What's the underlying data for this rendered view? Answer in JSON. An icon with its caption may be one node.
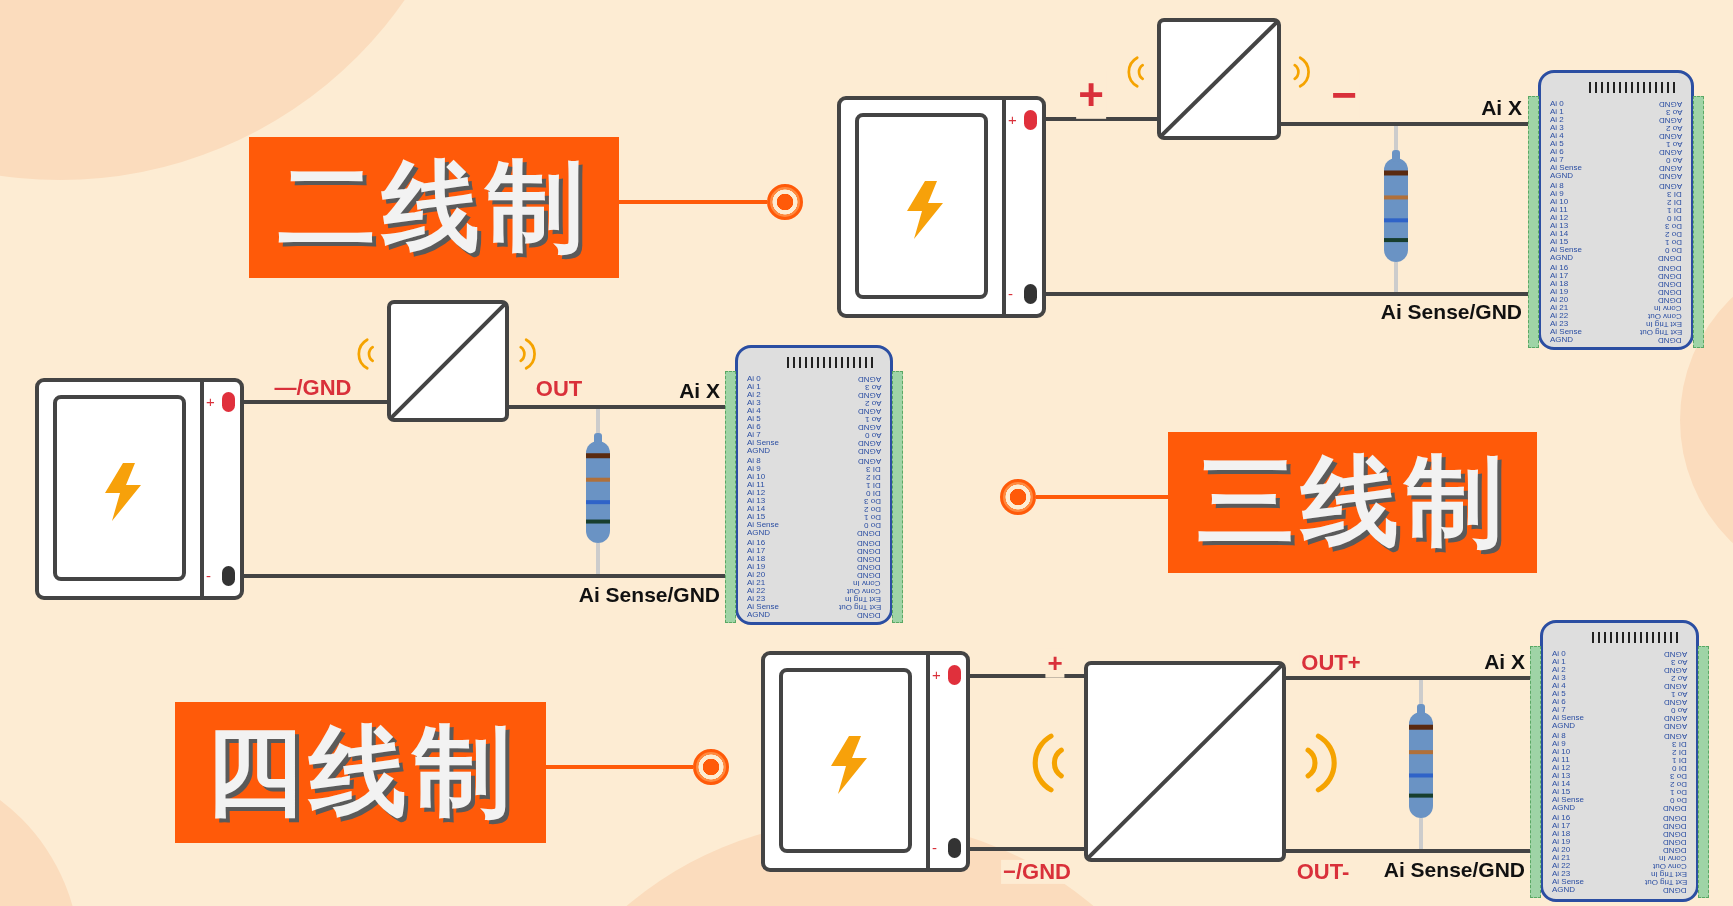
{
  "diagram": {
    "nodes": [
      {
        "text": [
          "二线制"
        ]
      },
      {
        "text": [],
        "shape": "circle"
      },
      {
        "text": [
          "+",
          "-"
        ]
      },
      {
        "text": [],
        "shape": "box"
      },
      {
        "text": [],
        "shape": "picture"
      },
      {
        "text": [
          "Ai 0",
          "AGND",
          "Ai 1",
          "Ao 3",
          "Ai 2",
          "AGND",
          "Ai 3",
          "Ao 2",
          "Ai 4",
          "AGND",
          "Ai 5",
          "Ao 1",
          "Ai 6",
          "AGND",
          "Ai 7",
          "Ao 0",
          "Ai Sense",
          "AGND",
          "AGND",
          "AGND",
          "Ai 8",
          "AGND",
          "Ai 9",
          "DI 3",
          "Ai 10",
          "DI 2",
          "Ai 11",
          "DI 1",
          "Ai 12",
          "DI 0",
          "Ai 13",
          "Do 3",
          "Ai 14",
          "Do 2",
          "Ai 15",
          "Do 1",
          "Ai Sense",
          "Do 0",
          "AGND",
          "DGND",
          "Ai 16",
          "DGND",
          "Ai 17",
          "DGND",
          "Ai 18",
          "DGND",
          "Ai 19",
          "DGND",
          "Ai 20",
          "DGND",
          "Ai 21",
          "Conv In",
          "Ai 22",
          "Conv Out",
          "Ai 23",
          "Ext Trig In",
          "Ai Sense",
          "Ext Trig Out",
          "AGND",
          "DGND"
        ],
        "beside": [
          "Ai X",
          "Ai Sense/GND"
        ]
      },
      {
        "text": [
          "+",
          "-"
        ]
      },
      {
        "text": [],
        "shape": "box"
      },
      {
        "text": [],
        "shape": "picture"
      },
      {
        "text": [
          "Ai 0",
          "AGND",
          "Ai 1",
          "Ao 3",
          "Ai 2",
          "AGND",
          "Ai 3",
          "Ao 2",
          "Ai 4",
          "AGND",
          "Ai 5",
          "Ao 1",
          "Ai 6",
          "AGND",
          "Ai 7",
          "Ao 0",
          "Ai Sense",
          "AGND",
          "AGND",
          "AGND",
          "Ai 8",
          "AGND",
          "Ai 9",
          "DI 3",
          "Ai 10",
          "DI 2",
          "Ai 11",
          "DI 1",
          "Ai 12",
          "DI 0",
          "Ai 13",
          "Do 3",
          "Ai 14",
          "Do 2",
          "Ai 15",
          "Do 1",
          "Ai Sense",
          "Do 0",
          "AGND",
          "DGND",
          "Ai 16",
          "DGND",
          "Ai 17",
          "DGND",
          "Ai 18",
          "DGND",
          "Ai 19",
          "DGND",
          "Ai 20",
          "DGND",
          "Ai 21",
          "Conv In",
          "Ai 22",
          "Conv Out",
          "Ai 23",
          "Ext Trig In",
          "Ai Sense",
          "Ext Trig Out",
          "AGND",
          "DGND"
        ],
        "beside": [
          "Ai X",
          "Ai Sense/GND"
        ]
      },
      {
        "text": [],
        "shape": "circle"
      },
      {
        "text": [
          "三线制"
        ]
      },
      {
        "text": [
          "四线制"
        ]
      },
      {
        "text": [],
        "shape": "circle"
      },
      {
        "text": [
          "+",
          "-"
        ]
      },
      {
        "text": [],
        "shape": "box"
      },
      {
        "text": [],
        "shape": "picture"
      },
      {
        "text": [
          "Ai 0",
          "AGND",
          "Ai 1",
          "Ao 3",
          "Ai 2",
          "AGND",
          "Ai 3",
          "Ao 2",
          "Ai 4",
          "AGND",
          "Ai 5",
          "Ao 1",
          "Ai 6",
          "AGND",
          "Ai 7",
          "Ao 0",
          "Ai Sense",
          "AGND",
          "AGND",
          "AGND",
          "Ai 8",
          "AGND",
          "Ai 9",
          "DI 3",
          "Ai 10",
          "DI 2",
          "Ai 11",
          "DI 1",
          "Ai 12",
          "DI 0",
          "Ai 13",
          "Do 3",
          "Ai 14",
          "Do 2",
          "Ai 15",
          "Do 1",
          "Ai Sense",
          "Do 0",
          "AGND",
          "DGND",
          "Ai 16",
          "DGND",
          "Ai 17",
          "DGND",
          "Ai 18",
          "DGND",
          "Ai 19",
          "DGND",
          "Ai 20",
          "DGND",
          "Ai 21",
          "Conv In",
          "Ai 22",
          "Conv Out",
          "Ai 23",
          "Ext Trig In",
          "Ai Sense",
          "Ext Trig Out",
          "AGND",
          "DGND"
        ],
        "beside": [
          "Ai X",
          "Ai Sense/GND"
        ]
      }
    ],
    "edges": [
      {
        "from": 0,
        "to": 1,
        "arrow": "none",
        "color": "#ff5a09"
      },
      {
        "from": 2,
        "to": 3,
        "arrow": "none",
        "label": "+"
      },
      {
        "from": 3,
        "to": 5,
        "arrow": "none",
        "label": "−"
      },
      {
        "from": 2,
        "to": 5,
        "arrow": "none"
      },
      {
        "from": 6,
        "to": 7,
        "arrow": "none",
        "label": "—/GND"
      },
      {
        "from": 7,
        "to": 9,
        "arrow": "none",
        "label": "OUT"
      },
      {
        "from": 6,
        "to": 9,
        "arrow": "none"
      },
      {
        "from": 11,
        "to": 10,
        "arrow": "none",
        "color": "#ff5a09"
      },
      {
        "from": 12,
        "to": 13,
        "arrow": "none",
        "color": "#ff5a09"
      },
      {
        "from": 14,
        "to": 15,
        "arrow": "none",
        "label": "+"
      },
      {
        "from": 14,
        "to": 15,
        "arrow": "none",
        "label": "−/GND"
      },
      {
        "from": 15,
        "to": 17,
        "arrow": "none",
        "label": "OUT+"
      },
      {
        "from": 15,
        "to": 17,
        "arrow": "none",
        "label": "OUT-"
      },
      {
        "from": 4,
        "to": 5,
        "arrow": "none",
        "color": "#cccccc"
      },
      {
        "from": 4,
        "to": 5,
        "arrow": "none",
        "color": "#cccccc"
      },
      {
        "from": 8,
        "to": 9,
        "arrow": "none",
        "color": "#cccccc"
      },
      {
        "from": 8,
        "to": 9,
        "arrow": "none",
        "color": "#cccccc"
      },
      {
        "from": 16,
        "to": 17,
        "arrow": "none",
        "color": "#cccccc"
      },
      {
        "from": 16,
        "to": 17,
        "arrow": "none",
        "color": "#cccccc"
      }
    ]
  }
}
